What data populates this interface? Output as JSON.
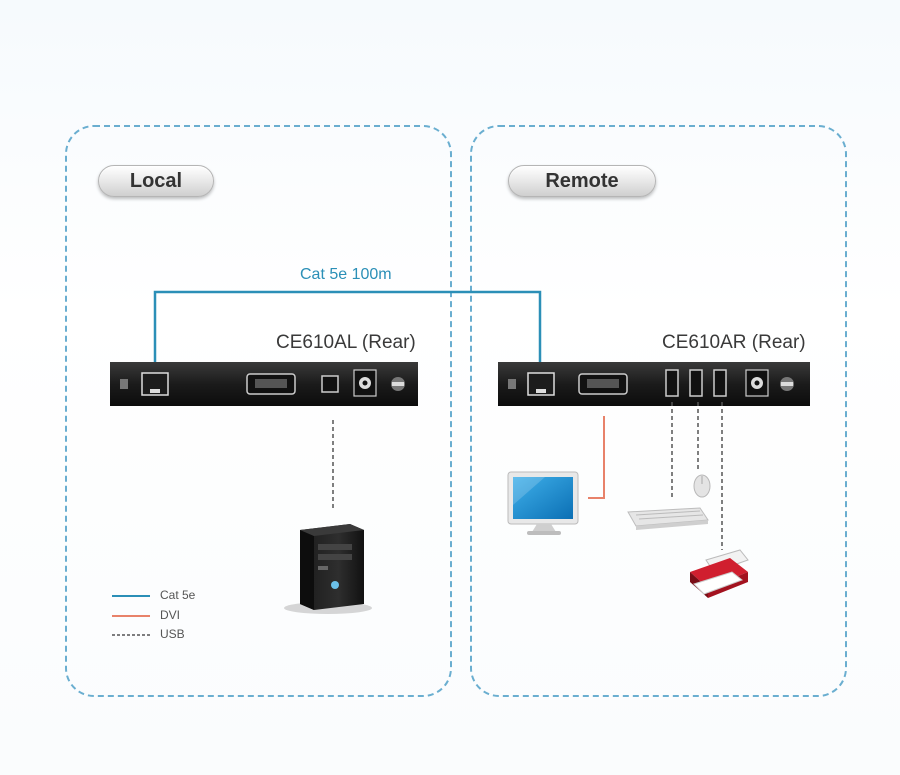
{
  "zones": {
    "local": {
      "label": "Local"
    },
    "remote": {
      "label": "Remote"
    }
  },
  "cable": {
    "label": "Cat 5e 100m"
  },
  "devices": {
    "local_unit": {
      "label": "CE610AL (Rear)"
    },
    "remote_unit": {
      "label": "CE610AR (Rear)"
    }
  },
  "peripherals": [
    "computer-tower",
    "monitor",
    "keyboard",
    "mouse",
    "printer"
  ],
  "legend": [
    {
      "label": "Cat 5e",
      "color": "#2b8fb7",
      "style": "solid"
    },
    {
      "label": "DVI",
      "color": "#e8826a",
      "style": "solid"
    },
    {
      "label": "USB",
      "color": "#555555",
      "style": "dashed"
    }
  ],
  "colors": {
    "zone_border": "#6aaed0",
    "cat5e": "#2b8fb7",
    "dvi": "#e8826a",
    "usb": "#555555",
    "device_body": "#222222"
  }
}
